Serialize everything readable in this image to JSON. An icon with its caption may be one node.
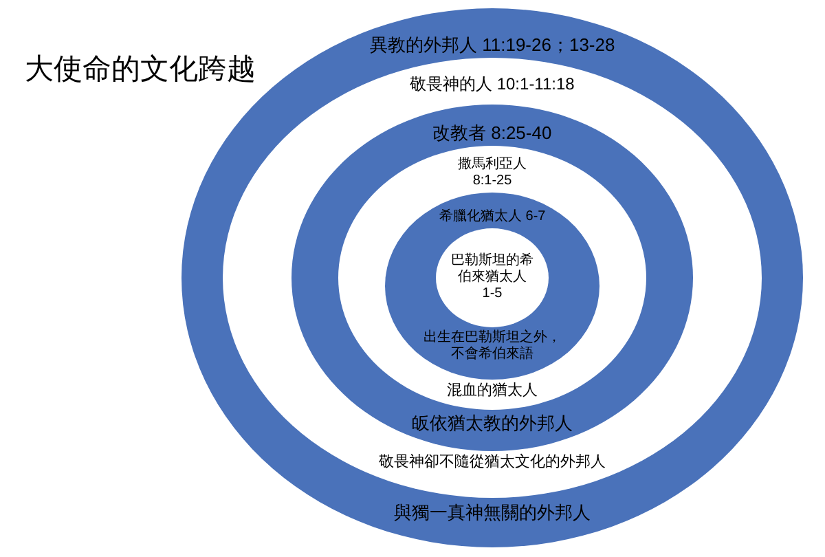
{
  "diagram": {
    "title": "大使命的文化跨越",
    "nodes": [
      {
        "text": [
          "異教的外邦人 11:19-26；13-28",
          "與獨一真神無關的外邦人"
        ]
      },
      {
        "text": [
          "敬畏神的人 10:1-11:18",
          "敬畏神卻不隨從猶太文化的外邦人"
        ],
        "in": 0
      },
      {
        "text": [
          "改教者 8:25-40",
          "皈依猶太教的外邦人"
        ],
        "in": 1
      },
      {
        "text": [
          "撒馬利亞人 8:1-25",
          "混血的猶太人"
        ],
        "in": 2
      },
      {
        "text": [
          "希臘化猶太人 6-7",
          "出生在巴勒斯坦之外，不會希伯來語"
        ],
        "in": 3
      },
      {
        "text": [
          "巴勒斯坦的希伯來猶太人 1-5"
        ],
        "in": 4
      }
    ]
  }
}
